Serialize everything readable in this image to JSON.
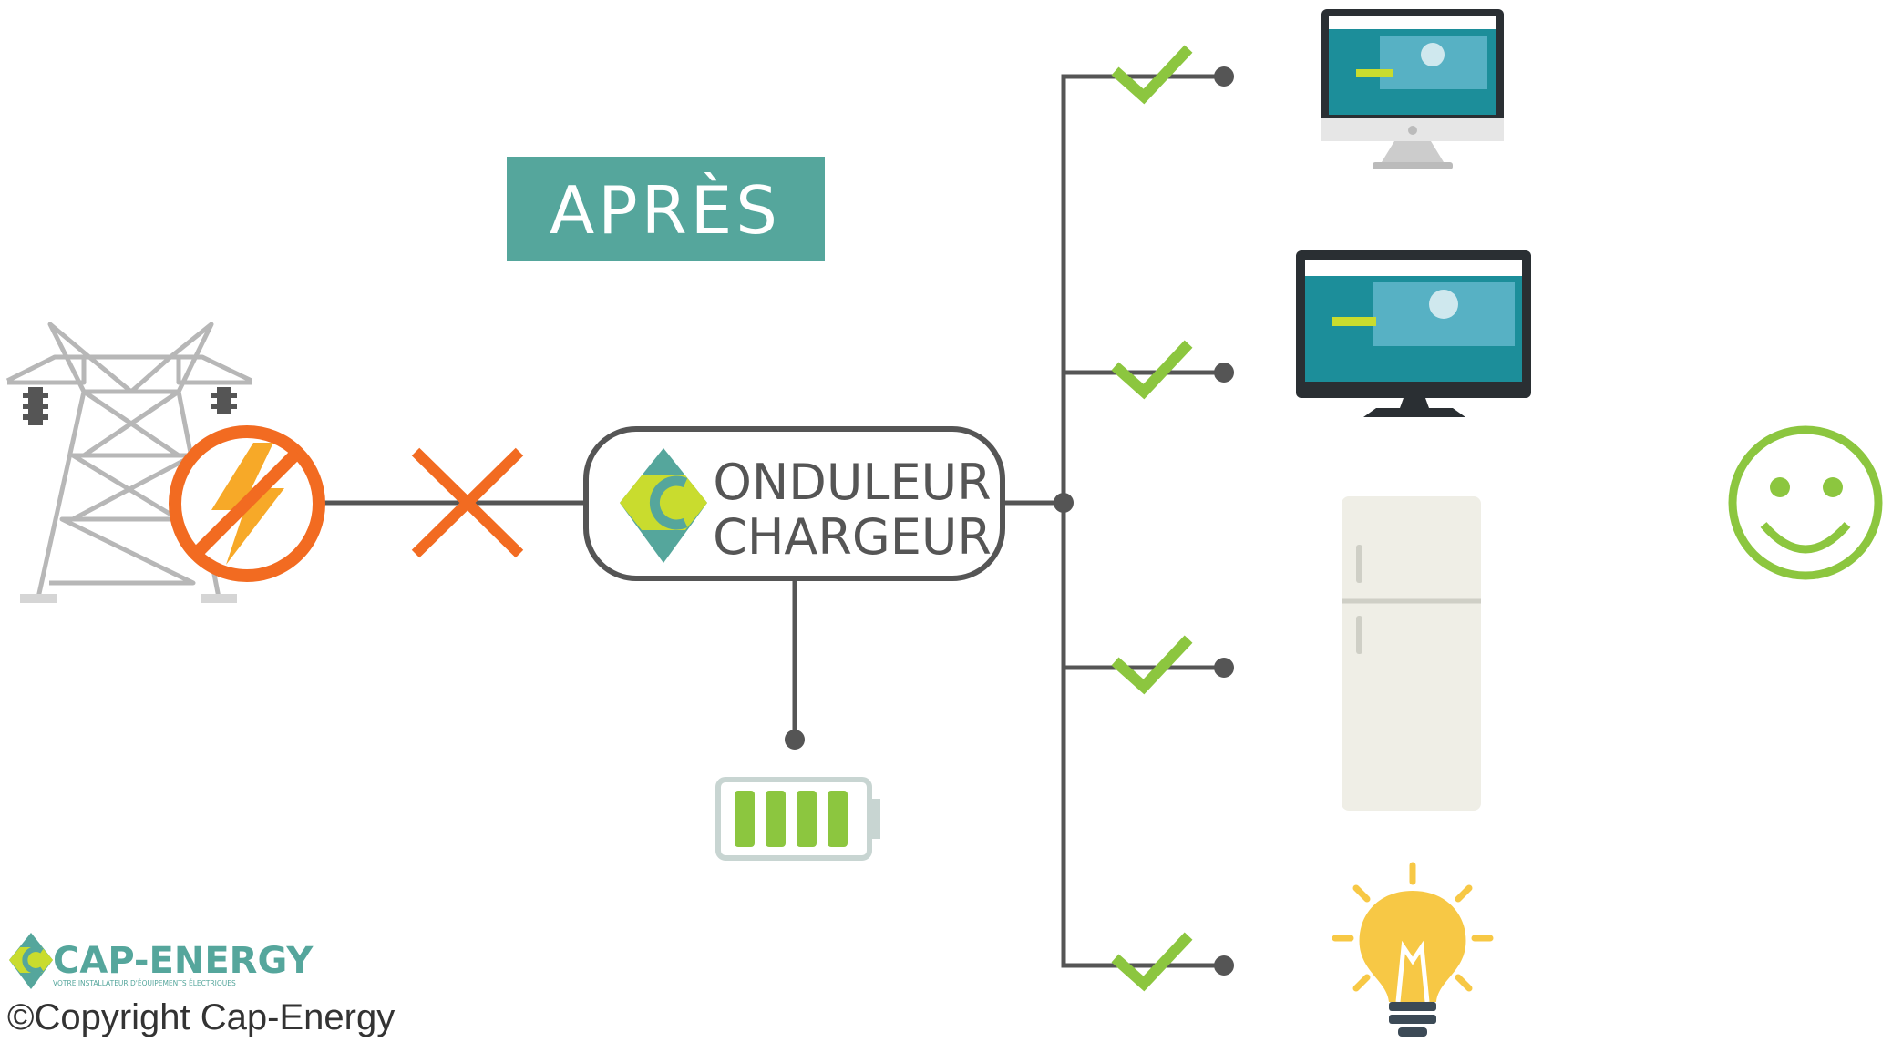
{
  "title_label": "APRÈS",
  "inverter": {
    "line1": "ONDULEUR",
    "line2": "CHARGEUR"
  },
  "battery": {
    "charge_bars": 4
  },
  "outputs": [
    {
      "device": "desktop-monitor-icon",
      "status": "ok"
    },
    {
      "device": "tv-screen-icon",
      "status": "ok"
    },
    {
      "device": "fridge-icon",
      "status": "ok"
    },
    {
      "device": "light-bulb-icon",
      "status": "ok"
    }
  ],
  "grid": {
    "status": "cut"
  },
  "brand": {
    "logo_text": "CAP-ENERGY",
    "tagline": "VOTRE INSTALLATEUR D'ÉQUIPEMENTS ÉLECTRIQUES",
    "copyright": "©Copyright Cap-Energy"
  },
  "colors": {
    "teal": "#55a69c",
    "green": "#8cc63f",
    "orange": "#f26b21",
    "line": "#555555",
    "smiley": "#8cc63f"
  }
}
